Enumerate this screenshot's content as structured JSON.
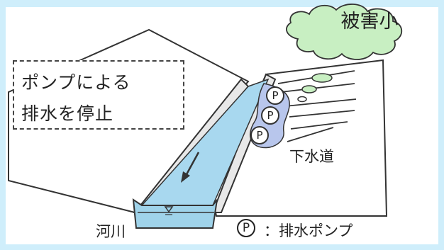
{
  "note": {
    "line1": "ポンプによる",
    "line2": "排水を停止"
  },
  "cloud_label": "被害小",
  "sewer_label": "下水道",
  "river_label": "河川",
  "legend": {
    "symbol": "P",
    "text": "：排水ポンプ"
  },
  "pumps": [
    "P",
    "P",
    "P"
  ],
  "colors": {
    "background": "#cfeefb",
    "water": "#a8d8ef",
    "cloud": "#c8efc2",
    "sewer_fill": "#b8c6ec"
  }
}
